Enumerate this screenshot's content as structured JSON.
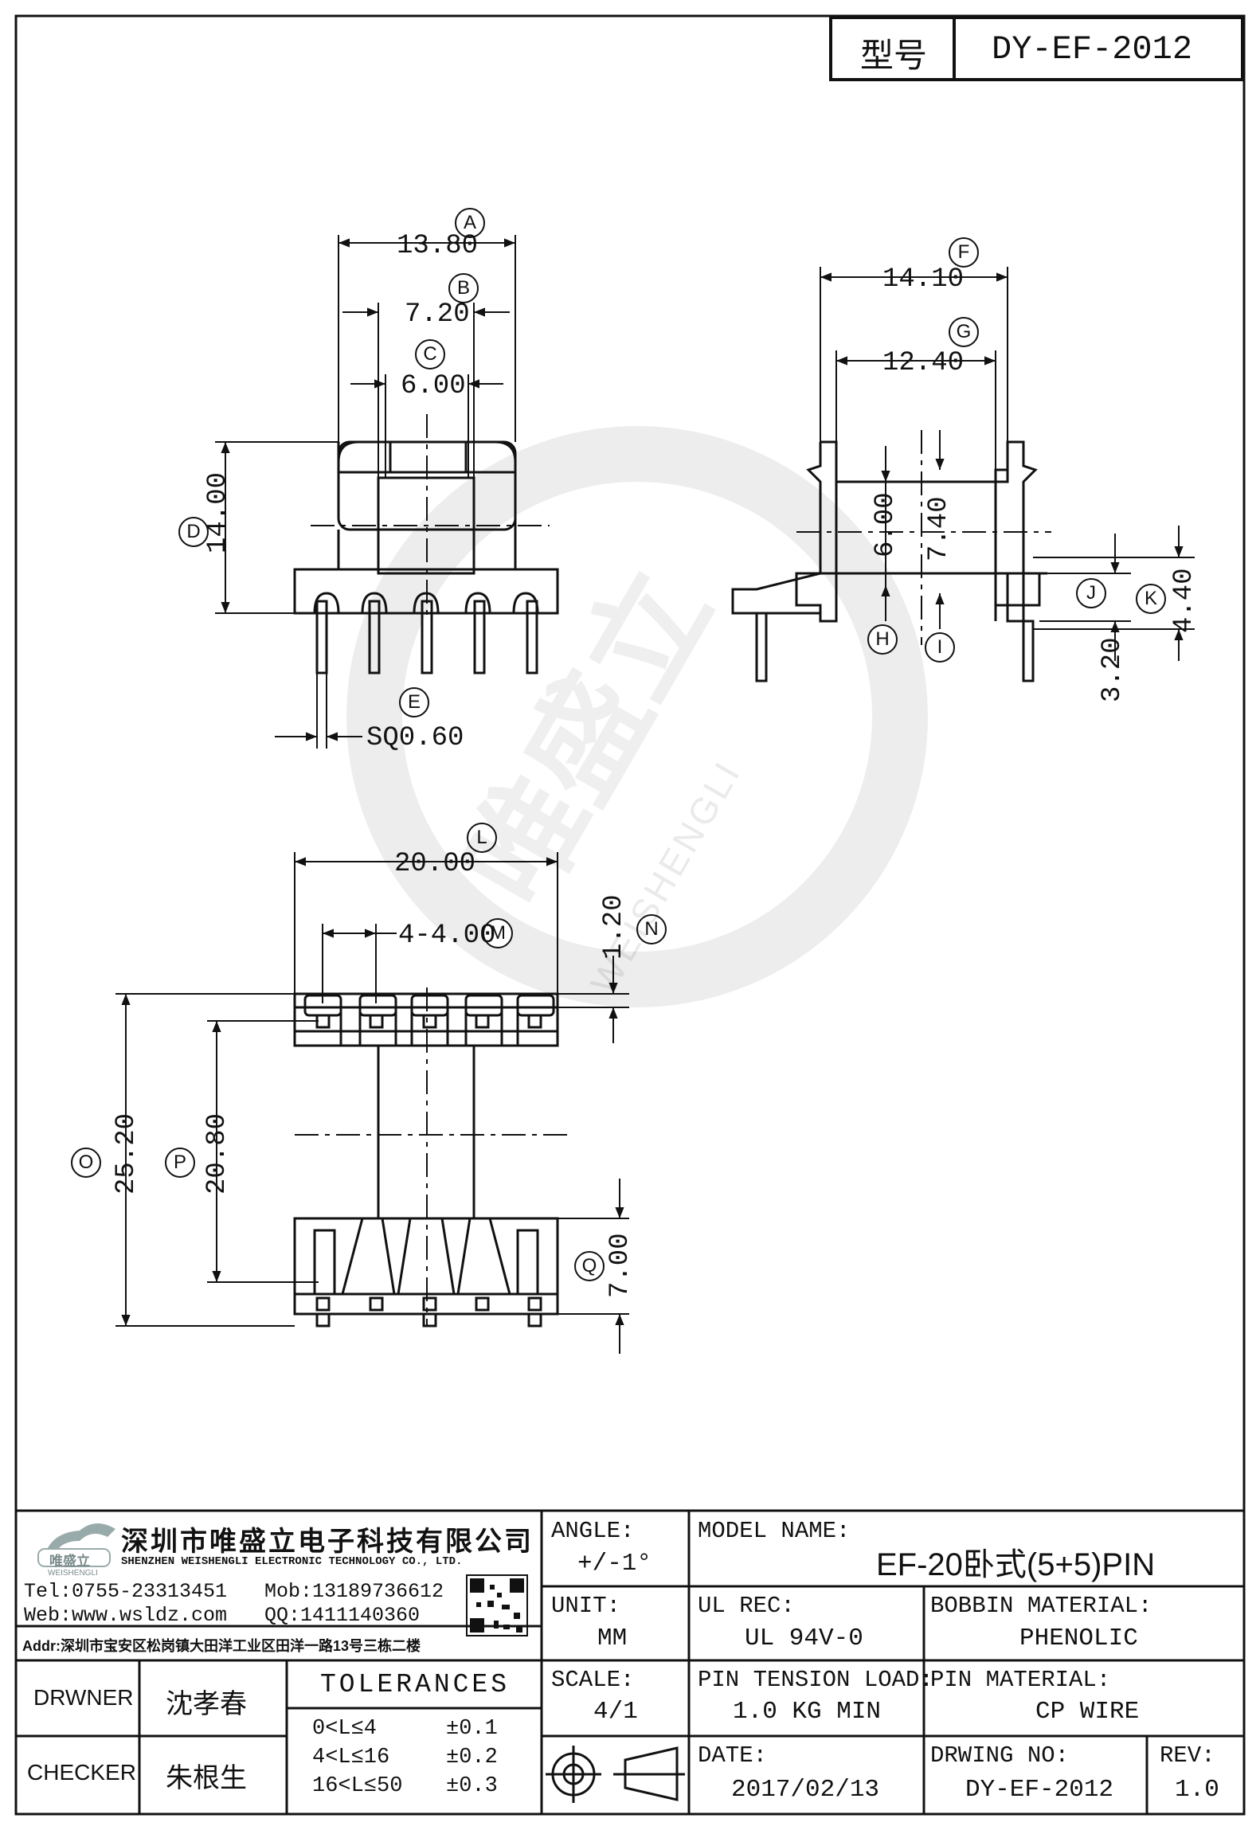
{
  "header": {
    "model_label": "型号",
    "model_no": "DY-EF-2012"
  },
  "dimensions": {
    "a": {
      "tag": "A",
      "value": "13.80"
    },
    "b": {
      "tag": "B",
      "value": "7.20"
    },
    "c": {
      "tag": "C",
      "value": "6.00"
    },
    "d": {
      "tag": "D",
      "value": "14.00"
    },
    "e": {
      "tag": "E",
      "value": "SQ0.60"
    },
    "f": {
      "tag": "F",
      "value": "14.10"
    },
    "g": {
      "tag": "G",
      "value": "12.40"
    },
    "h": {
      "tag": "H",
      "value": "6.00"
    },
    "i": {
      "tag": "I",
      "value": "7.40"
    },
    "j": {
      "tag": "J",
      "value": "3.20"
    },
    "k": {
      "tag": "K",
      "value": "4.40"
    },
    "l": {
      "tag": "L",
      "value": "20.00"
    },
    "m": {
      "tag": "M",
      "value": "4-4.00"
    },
    "n": {
      "tag": "N",
      "value": "1.20"
    },
    "o": {
      "tag": "O",
      "value": "25.20"
    },
    "p": {
      "tag": "P",
      "value": "20.80"
    },
    "q": {
      "tag": "Q",
      "value": "7.00"
    }
  },
  "watermark": {
    "cn": "唯盛立",
    "en": "WEISHENGLI"
  },
  "company": {
    "logo_text": "唯盛立",
    "logo_sub": "WEISHENGLI",
    "name_cn": "深圳市唯盛立电子科技有限公司",
    "name_en": "SHENZHEN WEISHENGLI ELECTRONIC TECHNOLOGY CO., LTD.",
    "tel": "Tel:0755-23313451",
    "mob": "Mob:13189736612",
    "web": "Web:www.wsldz.com",
    "qq": "QQ:1411140360",
    "addr": "Addr:深圳市宝安区松岗镇大田洋工业区田洋一路13号三栋二楼"
  },
  "title_block": {
    "angle_label": "ANGLE:",
    "angle_value": "+/-1°",
    "model_name_label": "MODEL NAME:",
    "model_name_value": "EF-20卧式(5+5)PIN",
    "unit_label": "UNIT:",
    "unit_value": "MM",
    "ul_rec_label": "UL REC:",
    "ul_rec_value": "UL 94V-0",
    "bobbin_material_label": "BOBBIN MATERIAL:",
    "bobbin_material_value": "PHENOLIC",
    "scale_label": "SCALE:",
    "scale_value": "4/1",
    "pin_tension_label": "PIN TENSION LOAD:",
    "pin_tension_value": "1.0 KG MIN",
    "pin_material_label": "PIN MATERIAL:",
    "pin_material_value": "CP WIRE",
    "date_label": "DATE:",
    "date_value": "2017/02/13",
    "drawing_no_label": "DRWING NO:",
    "drawing_no_value": "DY-EF-2012",
    "rev_label": "REV:",
    "rev_value": "1.0",
    "drawer_label": "DRWNER",
    "drawer_value": "沈孝春",
    "checker_label": "CHECKER",
    "checker_value": "朱根生",
    "tolerances_label": "TOLERANCES",
    "tolerances": [
      {
        "range": "0<L≤4",
        "tol": "±0.1"
      },
      {
        "range": "4<L≤16",
        "tol": "±0.2"
      },
      {
        "range": "16<L≤50",
        "tol": "±0.3"
      }
    ]
  }
}
